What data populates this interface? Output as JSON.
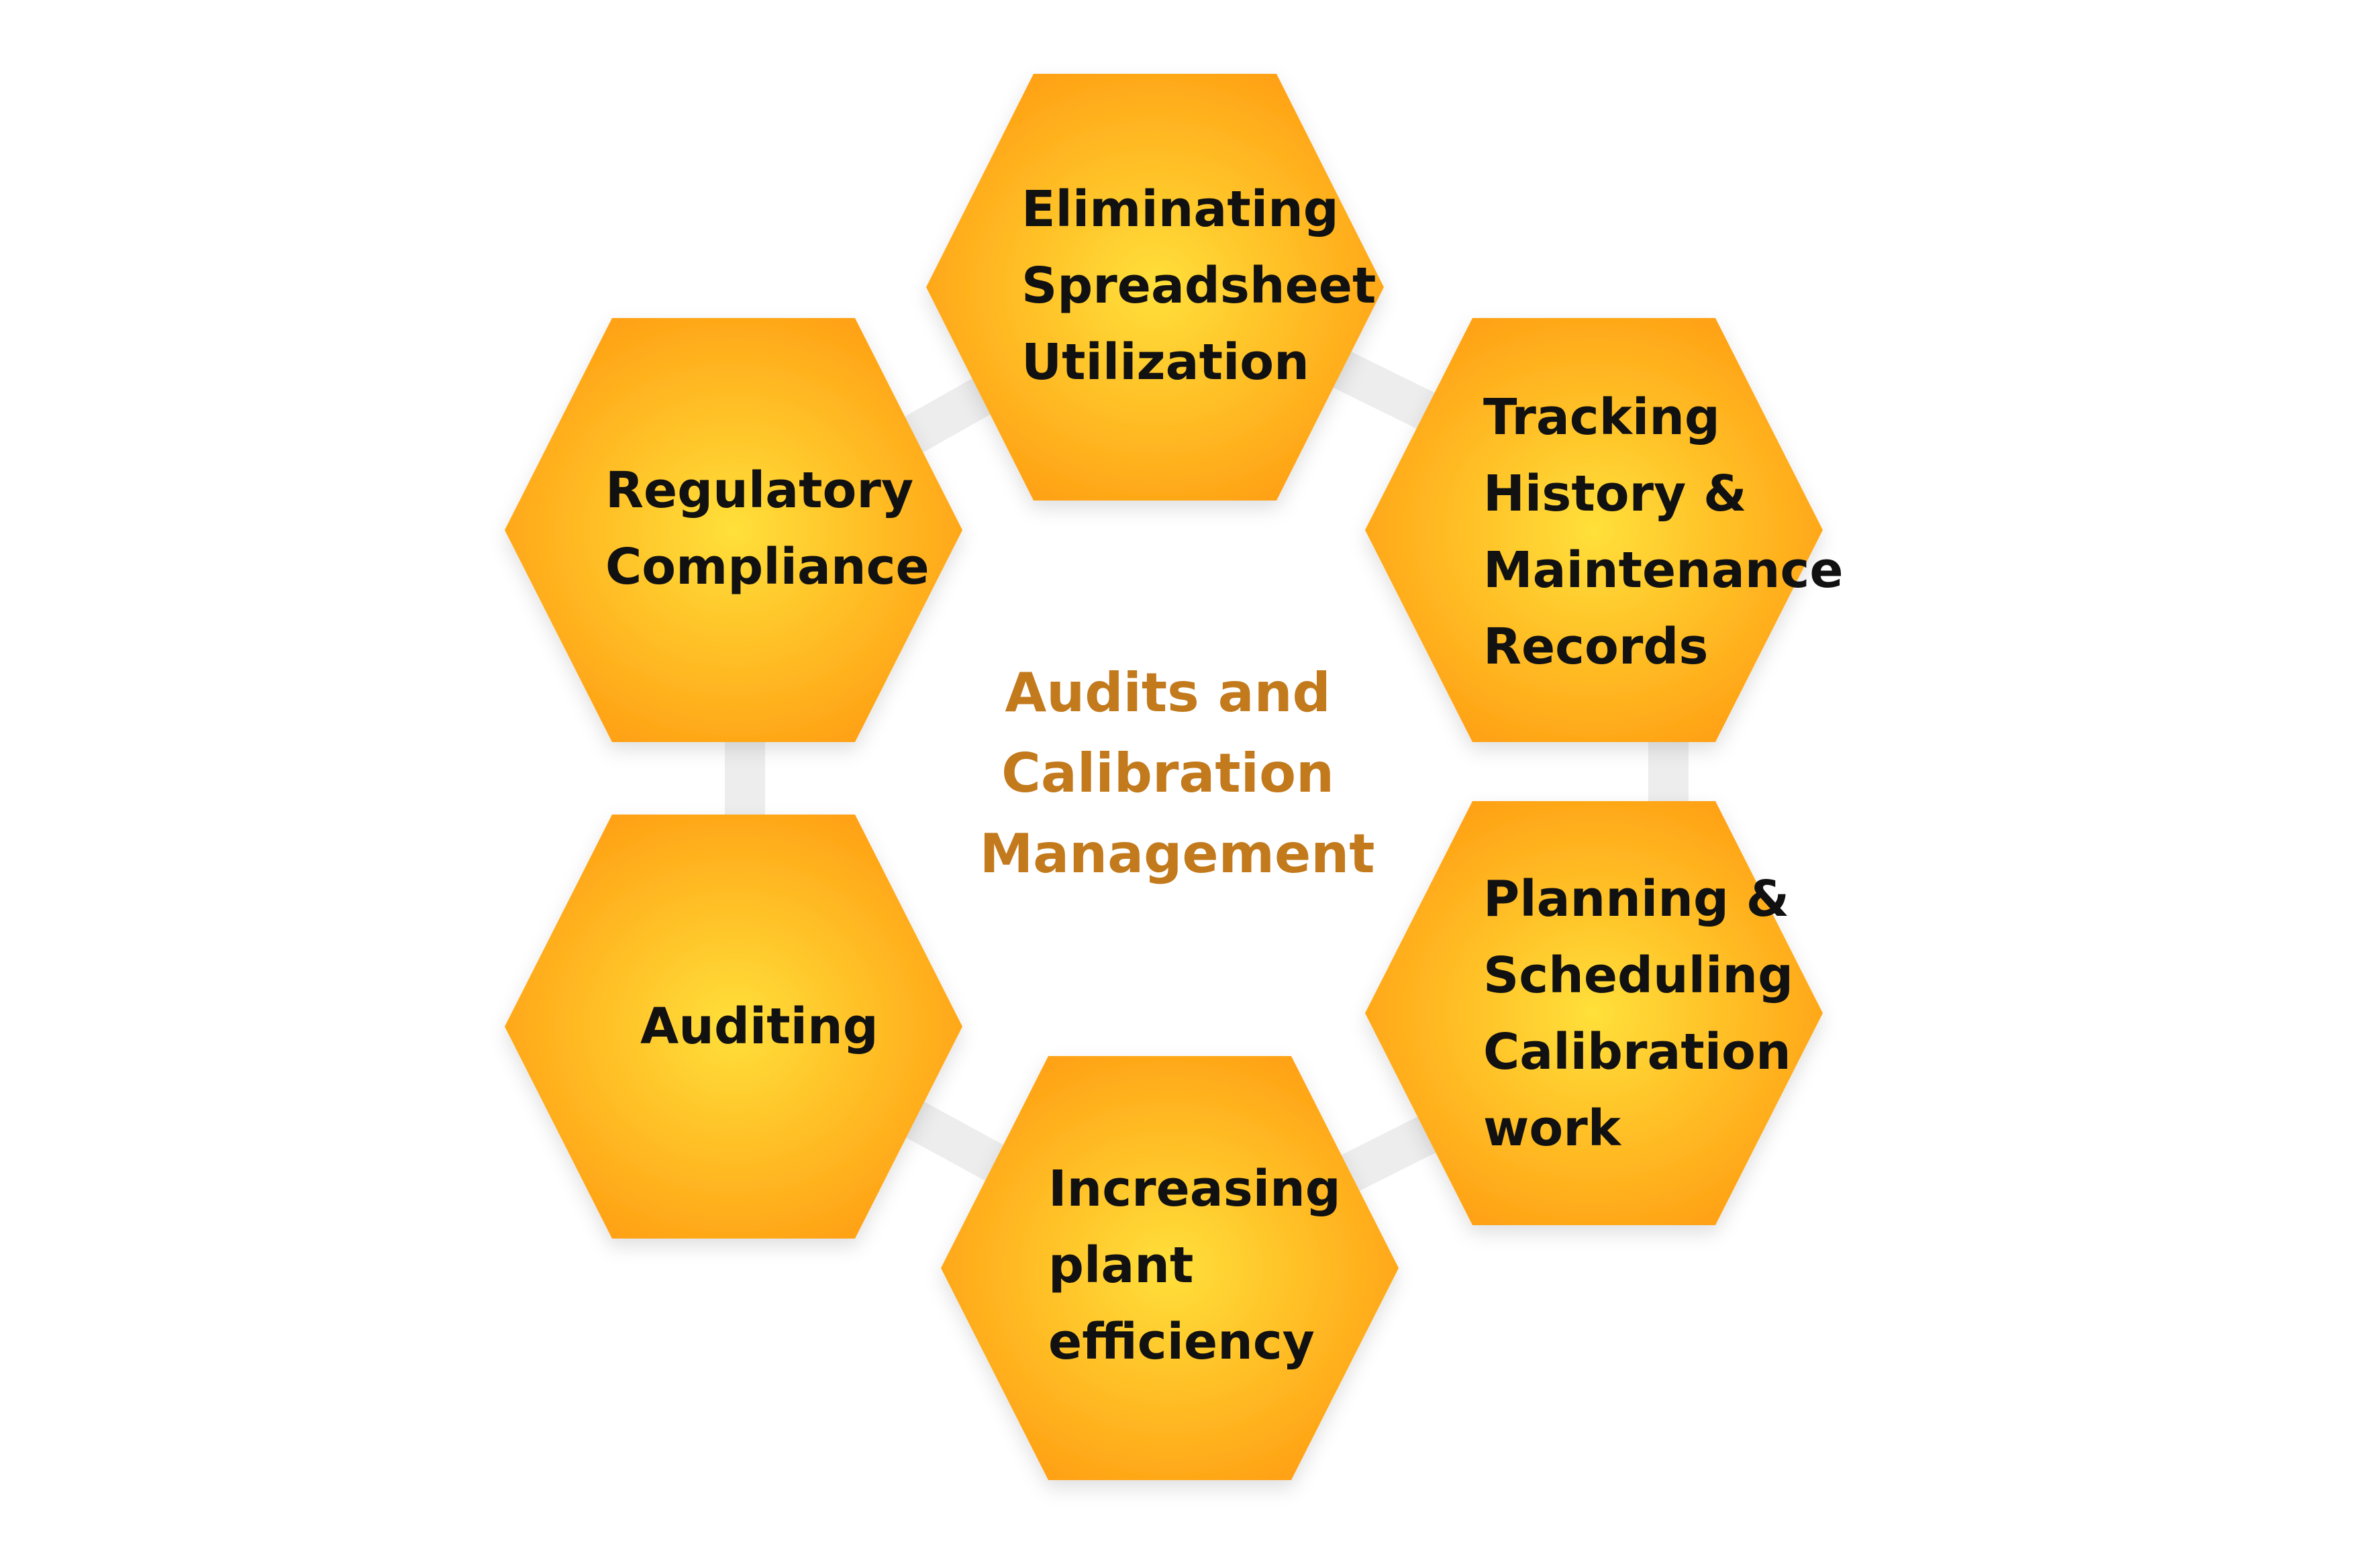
{
  "diagram": {
    "center": {
      "lines": [
        "Audits and",
        "Calibration",
        "Management"
      ]
    },
    "nodes": [
      {
        "id": "eliminating-spreadsheet",
        "lines": [
          "Eliminating",
          "Spreadsheet",
          "Utilization"
        ]
      },
      {
        "id": "tracking-history",
        "lines": [
          "Tracking",
          "History &",
          "Maintenance",
          "Records"
        ]
      },
      {
        "id": "planning-scheduling",
        "lines": [
          "Planning &",
          "Scheduling",
          "Calibration",
          "work"
        ]
      },
      {
        "id": "increasing-efficiency",
        "lines": [
          "Increasing",
          "plant",
          "efficiency"
        ]
      },
      {
        "id": "auditing",
        "lines": [
          "Auditing"
        ]
      },
      {
        "id": "regulatory-compliance",
        "lines": [
          "Regulatory",
          "Compliance"
        ]
      }
    ],
    "colors": {
      "hex_center": "#FFE03A",
      "hex_edge": "#FFA215",
      "center_text": "#C27A1C",
      "node_text": "#111111",
      "ring": "#EDEDED"
    }
  }
}
